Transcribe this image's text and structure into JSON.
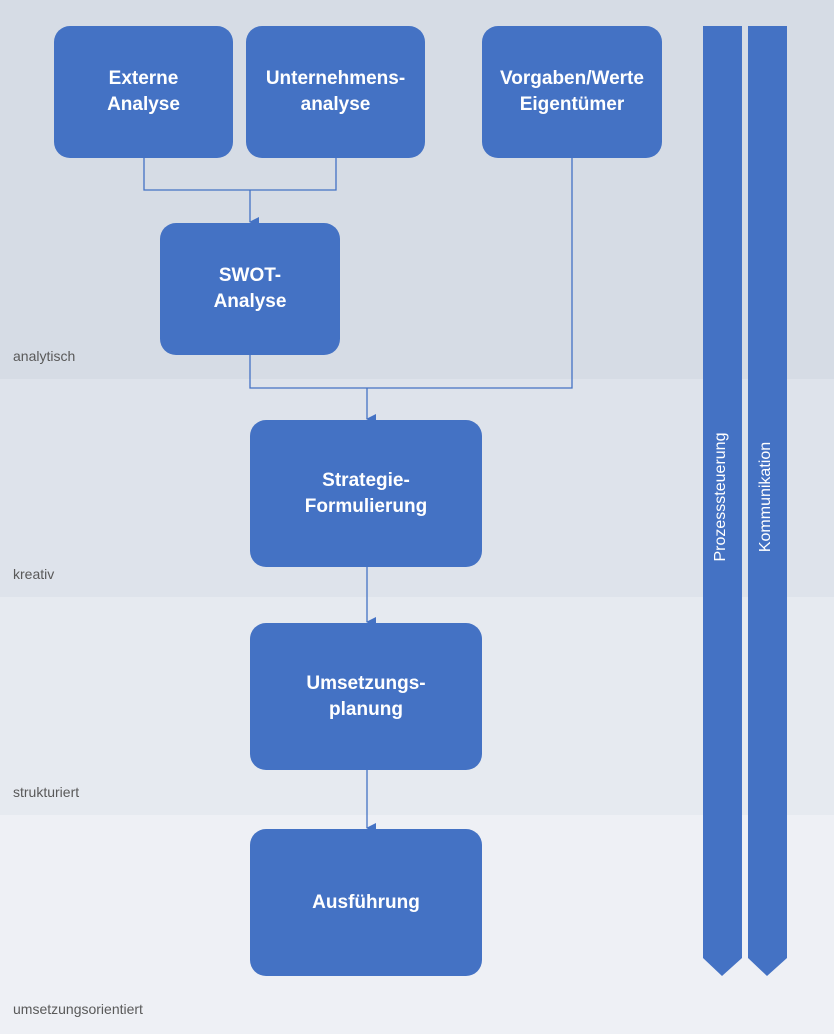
{
  "bands": [
    {
      "label": "analytisch"
    },
    {
      "label": "kreativ"
    },
    {
      "label": "strukturiert"
    },
    {
      "label": "umsetzungsorientiert"
    }
  ],
  "boxes": {
    "externe": {
      "line1": "Externe",
      "line2": "Analyse"
    },
    "unternehmen": {
      "line1": "Unternehmens-",
      "line2": "analyse"
    },
    "vorgaben": {
      "line1": "Vorgaben/Werte",
      "line2": "Eigentümer"
    },
    "swot": {
      "line1": "SWOT-",
      "line2": "Analyse"
    },
    "strategie": {
      "line1": "Strategie-",
      "line2": "Formulierung"
    },
    "umsetzung": {
      "line1": "Umsetzungs-",
      "line2": "planung"
    },
    "ausfuehrung": {
      "line1": "Ausführung"
    }
  },
  "side_arrows": {
    "prozess": "Prozesssteuerung",
    "kommunikation": "Kommunikation"
  },
  "colors": {
    "box": "#4472c4",
    "band1": "#d6dce5",
    "band2": "#dee3eb",
    "band3": "#e6eaf0",
    "band4": "#eef0f5"
  }
}
